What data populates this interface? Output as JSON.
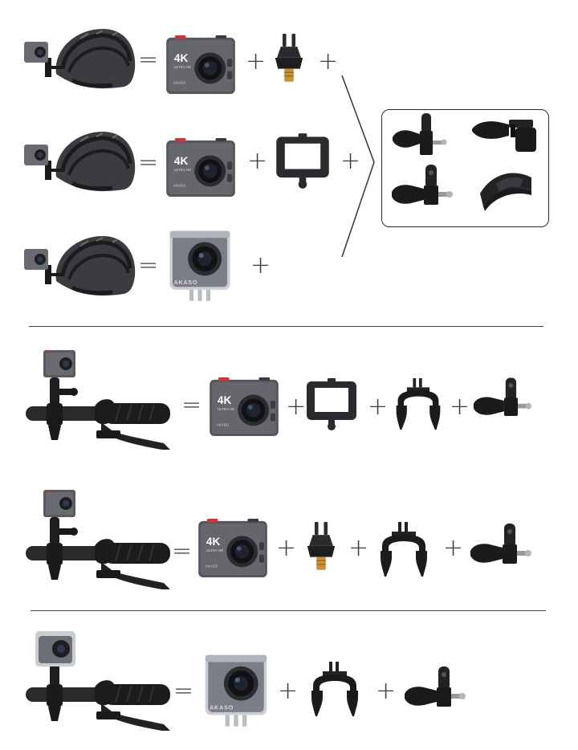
{
  "symbols": {
    "equals": "=",
    "plus": "+"
  },
  "camera": {
    "resolution": "4K",
    "sub": "ULTRA HD",
    "maker": "AKASO"
  },
  "housing": {
    "brand": "AKASO"
  },
  "colors": {
    "body": "#5b5c61",
    "dark": "#1e1e20",
    "bolt": "#c8922c",
    "line": "#444444"
  },
  "rows": [
    {
      "id": "helmet-1",
      "mount": "helmet",
      "parts": [
        "camera",
        "adapter"
      ]
    },
    {
      "id": "helmet-2",
      "mount": "helmet",
      "parts": [
        "camera",
        "frame"
      ]
    },
    {
      "id": "helmet-3",
      "mount": "helmet",
      "parts": [
        "housing"
      ]
    },
    {
      "id": "bike-1",
      "mount": "handlebar",
      "parts": [
        "camera",
        "frame",
        "handlebar-clamp",
        "j-hook-arm"
      ]
    },
    {
      "id": "bike-2",
      "mount": "handlebar",
      "parts": [
        "camera",
        "adapter",
        "handlebar-clamp",
        "j-hook-arm"
      ]
    },
    {
      "id": "bike-3",
      "mount": "handlebar",
      "parts": [
        "housing",
        "handlebar-clamp",
        "j-hook-arm"
      ]
    }
  ],
  "helmet_kit": [
    "straight-arm-mount",
    "buckle-base",
    "j-hook-arm",
    "curved-adhesive-base"
  ]
}
